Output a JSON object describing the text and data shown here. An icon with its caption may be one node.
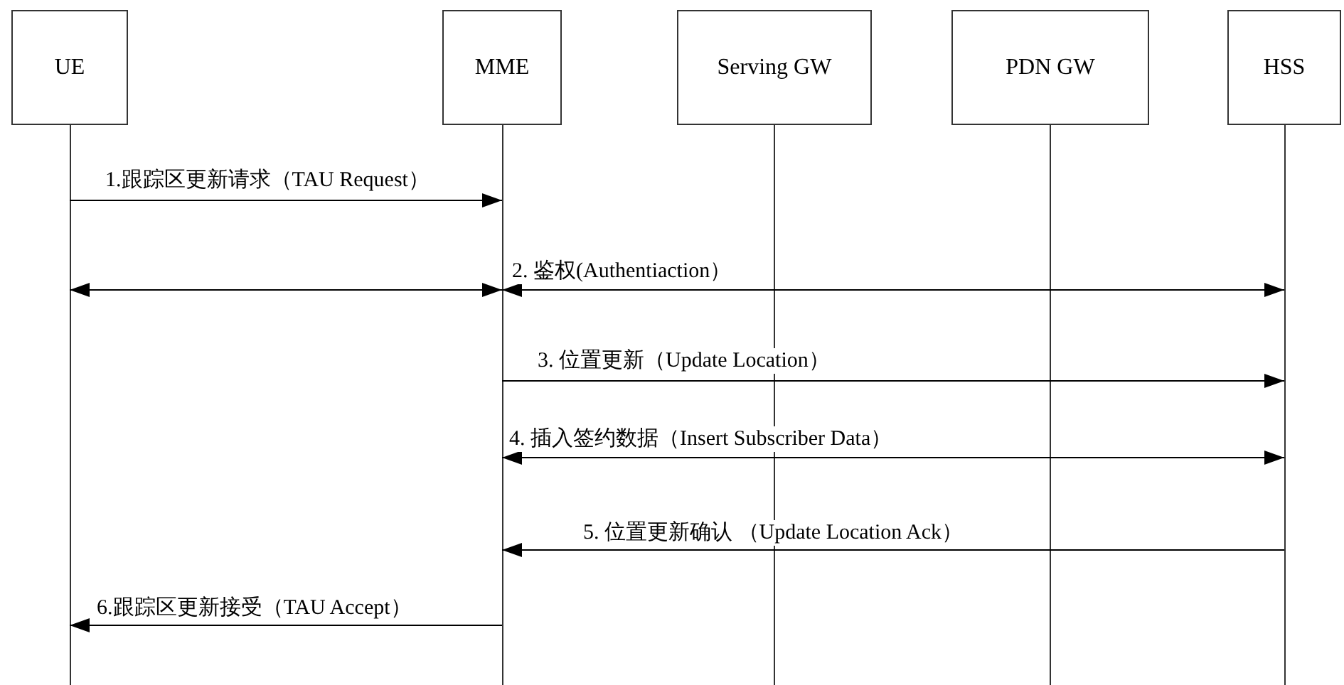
{
  "diagram": {
    "nodes": [
      {
        "text": [
          "UE"
        ]
      },
      {
        "text": [
          "MME"
        ]
      },
      {
        "text": [
          "Serving GW"
        ]
      },
      {
        "text": [
          "PDN GW"
        ]
      },
      {
        "text": [
          "HSS"
        ]
      },
      {
        "text": [],
        "shape": "line"
      },
      {
        "text": [],
        "shape": "line"
      },
      {
        "text": [],
        "shape": "line"
      },
      {
        "text": [],
        "shape": "line"
      },
      {
        "text": [],
        "shape": "line"
      }
    ],
    "edges": [
      {
        "from": 5,
        "to": 6,
        "arrow": "to",
        "label": "1.跟踪区更新请求（TAU Request）"
      },
      {
        "from": 5,
        "to": 6,
        "arrow": "both"
      },
      {
        "from": 6,
        "to": 9,
        "arrow": "both",
        "label": "2. 鉴权(Authentiaction）"
      },
      {
        "from": 6,
        "to": 9,
        "arrow": "to",
        "label": "3. 位置更新（Update Location）"
      },
      {
        "from": 6,
        "to": 9,
        "arrow": "both",
        "label": "4. 插入签约数据（Insert Subscriber Data）"
      },
      {
        "from": 9,
        "to": 6,
        "arrow": "to",
        "label": "5. 位置更新确认 （Update Location Ack）"
      },
      {
        "from": 6,
        "to": 5,
        "arrow": "to",
        "label": "6.跟踪区更新接受（TAU Accept）"
      }
    ]
  }
}
